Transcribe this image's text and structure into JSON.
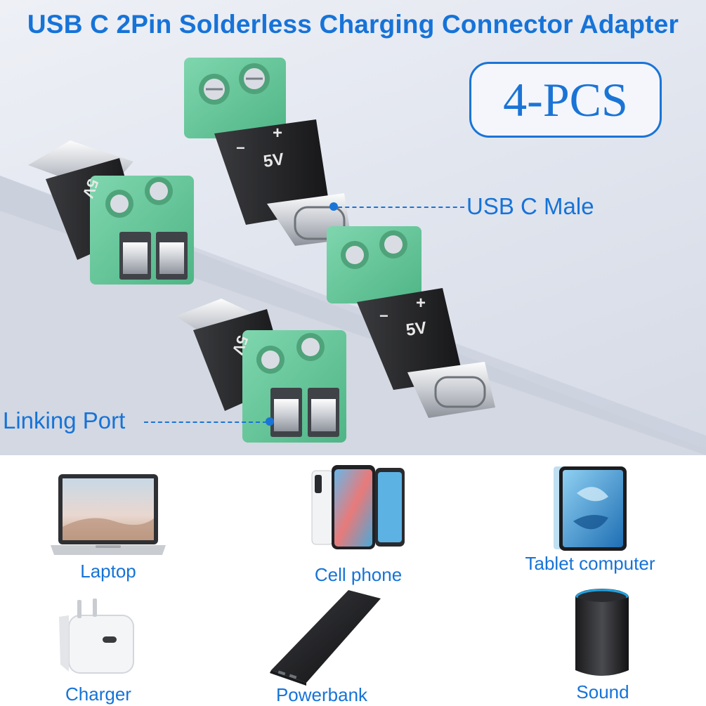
{
  "header": {
    "title": "USB C 2Pin Solderless Charging Connector Adapter",
    "quantity_badge": "4-PCS"
  },
  "callouts": {
    "usb_c_male": "USB C Male",
    "linking_port": "Linking Port"
  },
  "connector_marks": {
    "voltage": "5V",
    "minus": "−",
    "plus": "+"
  },
  "devices": [
    {
      "label": "Laptop",
      "icon": "laptop-icon"
    },
    {
      "label": "Cell phone",
      "icon": "phone-icon"
    },
    {
      "label": "Tablet computer",
      "icon": "tablet-icon"
    },
    {
      "label": "Charger",
      "icon": "charger-icon"
    },
    {
      "label": "Powerbank",
      "icon": "powerbank-icon"
    },
    {
      "label": "Sound",
      "icon": "speaker-icon"
    }
  ],
  "colors": {
    "accent": "#1673d8",
    "terminal_green": "#66c79b",
    "body_black": "#1f1f21"
  }
}
